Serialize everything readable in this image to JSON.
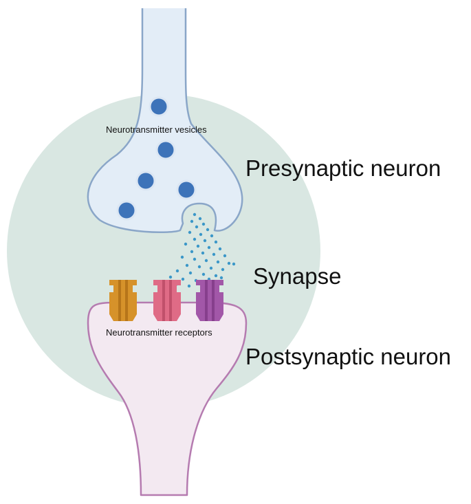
{
  "labels": {
    "vesicles": "Neurotransmitter vesicles",
    "presynaptic": "Presynaptic neuron",
    "synapse": "Synapse",
    "receptors": "Neurotransmitter receptors",
    "postsynaptic": "Postsynaptic neuron"
  },
  "colors": {
    "background_circle": "#d9e7e2",
    "presynaptic_fill": "#e3edf7",
    "presynaptic_stroke": "#8aa6c8",
    "postsynaptic_fill": "#f3e9f1",
    "postsynaptic_stroke": "#b57bb0",
    "vesicle": "#3d73b9",
    "vesicle_rim": "#dbe6f3",
    "neurotransmitter": "#3b97c8",
    "receptor_1": "#d6922a",
    "receptor_2": "#df6b86",
    "receptor_3": "#a257a8"
  },
  "counts": {
    "vesicles": 5,
    "receptors": 3
  }
}
